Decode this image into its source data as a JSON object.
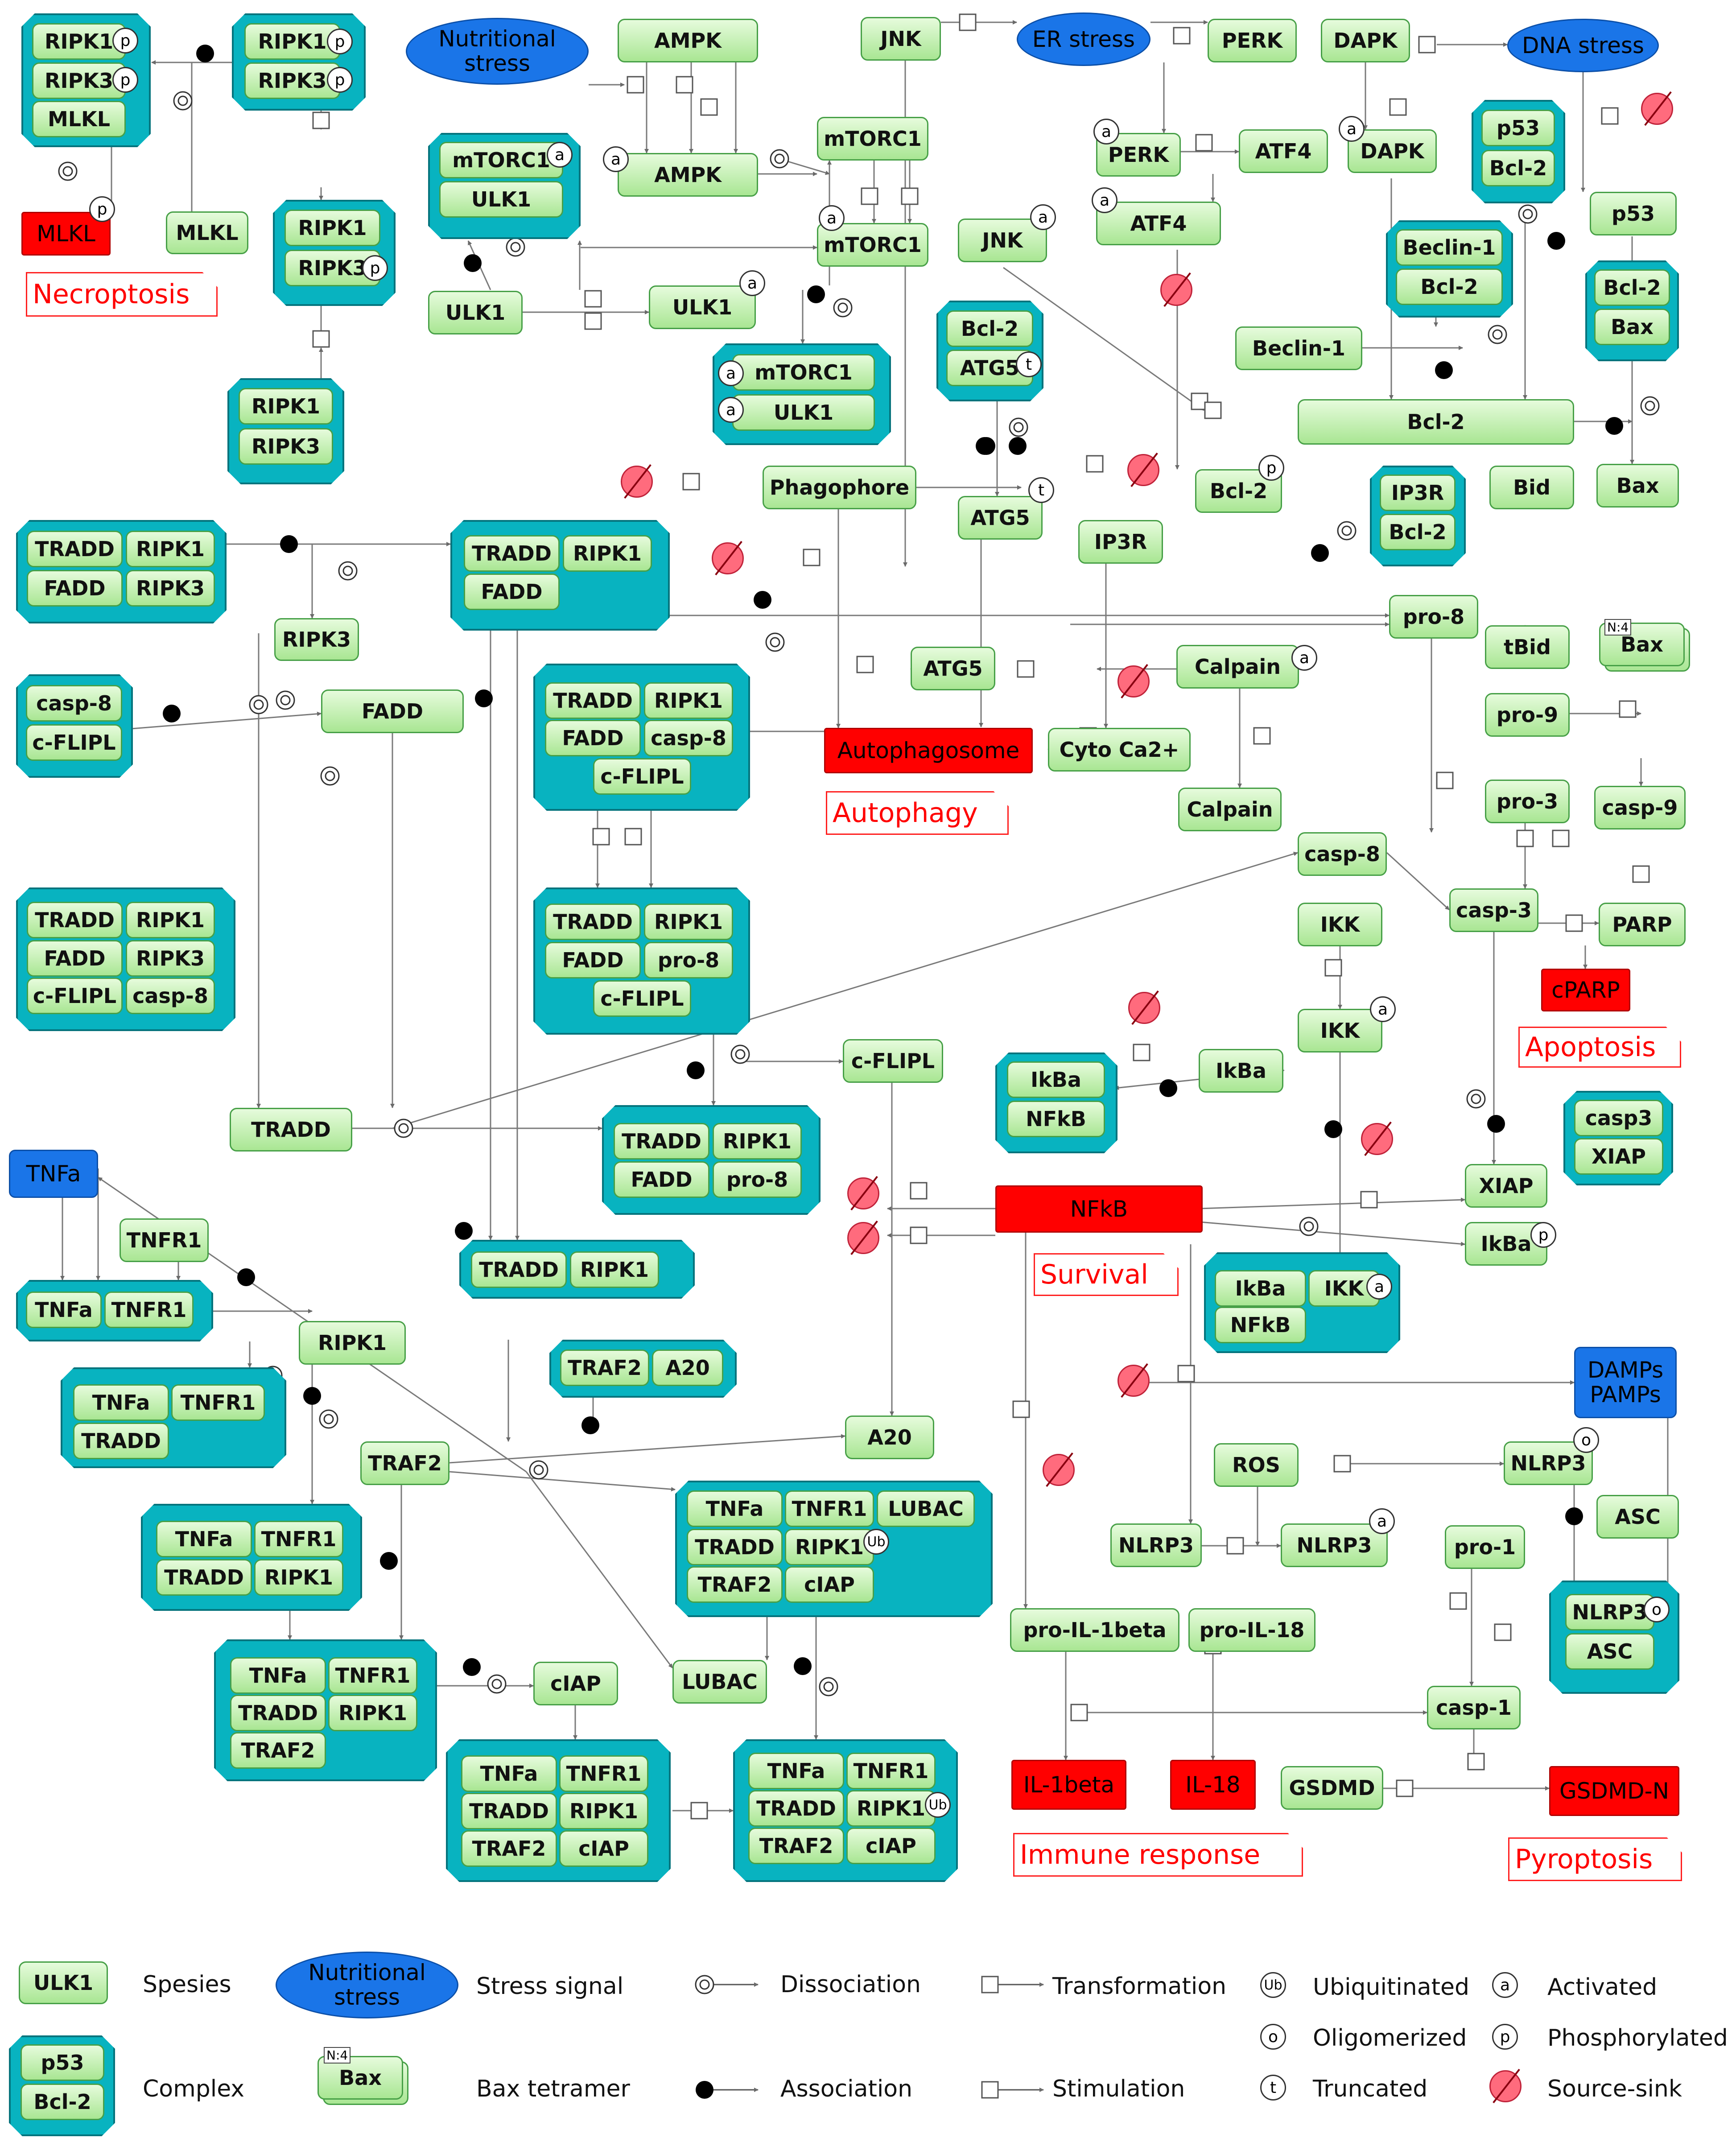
{
  "species": {
    "ripk1": "RIPK1",
    "ripk3": "RIPK3",
    "mlkl": "MLKL",
    "ampk": "AMPK",
    "mtorc1": "mTORC1",
    "ulk1": "ULK1",
    "jnk": "JNK",
    "perk": "PERK",
    "atf4": "ATF4",
    "dapk": "DAPK",
    "p53": "p53",
    "bcl2": "Bcl-2",
    "beclin1": "Beclin-1",
    "bax": "Bax",
    "atg5": "ATG5",
    "ip3r": "IP3R",
    "bid": "Bid",
    "tbid": "tBid",
    "pro8": "pro-8",
    "phagophore": "Phagophore",
    "calpain": "Calpain",
    "cyto_ca": "Cyto Ca2+",
    "pro9": "pro-9",
    "casp9": "casp-9",
    "pro3": "pro-3",
    "casp3": "casp-3",
    "casp3_lc": "casp3",
    "parp": "PARP",
    "casp8": "casp-8",
    "tradd": "TRADD",
    "fadd": "FADD",
    "cflipl": "c-FLIPL",
    "ikk": "IKK",
    "ikba": "IkBa",
    "nfkb_c": "NFkB",
    "xiap": "XIAP",
    "tnfr1": "TNFR1",
    "tnfa": "TNFa",
    "traf2": "TRAF2",
    "a20": "A20",
    "ciap": "cIAP",
    "lubac": "LUBAC",
    "ros": "ROS",
    "nlrp3": "NLRP3",
    "asc": "ASC",
    "pro1": "pro-1",
    "casp1": "casp-1",
    "pro_il1b": "pro-IL-1beta",
    "pro_il18": "pro-IL-18",
    "gsdmd": "GSDMD"
  },
  "signals": {
    "nutritional": "Nutritional stress",
    "er": "ER stress",
    "dna": "DNA stress",
    "tnfa": "TNFa",
    "damps": "DAMPs PAMPs"
  },
  "phenotypes": {
    "mlkl_p": "MLKL",
    "autophagosome": "Autophagosome",
    "cparp": "cPARP",
    "nfkb": "NFkB",
    "il1beta": "IL-1beta",
    "il18": "IL-18",
    "gsdmd_n": "GSDMD-N"
  },
  "outcomes": {
    "necroptosis": "Necroptosis",
    "autophagy": "Autophagy",
    "apoptosis": "Apoptosis",
    "survival": "Survival",
    "immune": "Immune response",
    "pyroptosis": "Pyroptosis"
  },
  "badges": {
    "p": "p",
    "a": "a",
    "t": "t",
    "o": "o",
    "ub": "Ub",
    "n4": "N:4"
  },
  "legend": {
    "spesies": "Spesies",
    "complex": "Complex",
    "stress": "Stress signal",
    "bax_tetramer": "Bax tetramer",
    "dissociation": "Dissociation",
    "association": "Association",
    "transformation": "Transformation",
    "stimulation": "Stimulation",
    "ubiquitinated": "Ubiquitinated",
    "oligomerized": "Oligomerized",
    "truncated": "Truncated",
    "activated": "Activated",
    "phosphorylated": "Phosphorylated",
    "source_sink": "Source-sink"
  },
  "colors": {
    "species_fill": "#a9e693",
    "complex_fill": "#08b3c0",
    "signal_fill": "#1a75e8",
    "phenotype_fill": "#ff0000",
    "outcome_text": "#ff0000",
    "sink_fill": "#ff6b7d"
  }
}
